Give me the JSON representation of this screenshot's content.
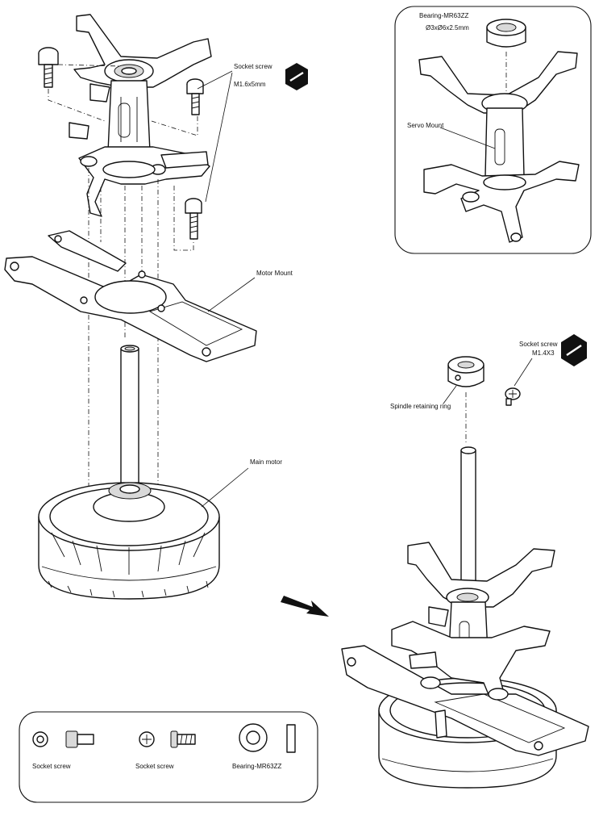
{
  "labels": {
    "socket_screw_top": "Socket screw",
    "socket_screw_top_size": "M1.6x5mm",
    "bearing_title": "Bearing-MR63ZZ",
    "bearing_dims": "Ø3xØ6x2.5mm",
    "servo_mount": "Servo Mount",
    "motor_mount": "Motor Mount",
    "socket_screw_right": "Socket screw",
    "socket_screw_right_size": "M1.4X3",
    "spindle_ring": "Spindle retaining ring",
    "main_motor": "Main motor"
  },
  "legend": {
    "item1": "Socket screw",
    "item2": "Socket screw",
    "item3": "Bearing-MR63ZZ"
  },
  "icons": [
    "hex-wrench-icon",
    "hex-wrench-icon",
    "arrow-icon"
  ]
}
